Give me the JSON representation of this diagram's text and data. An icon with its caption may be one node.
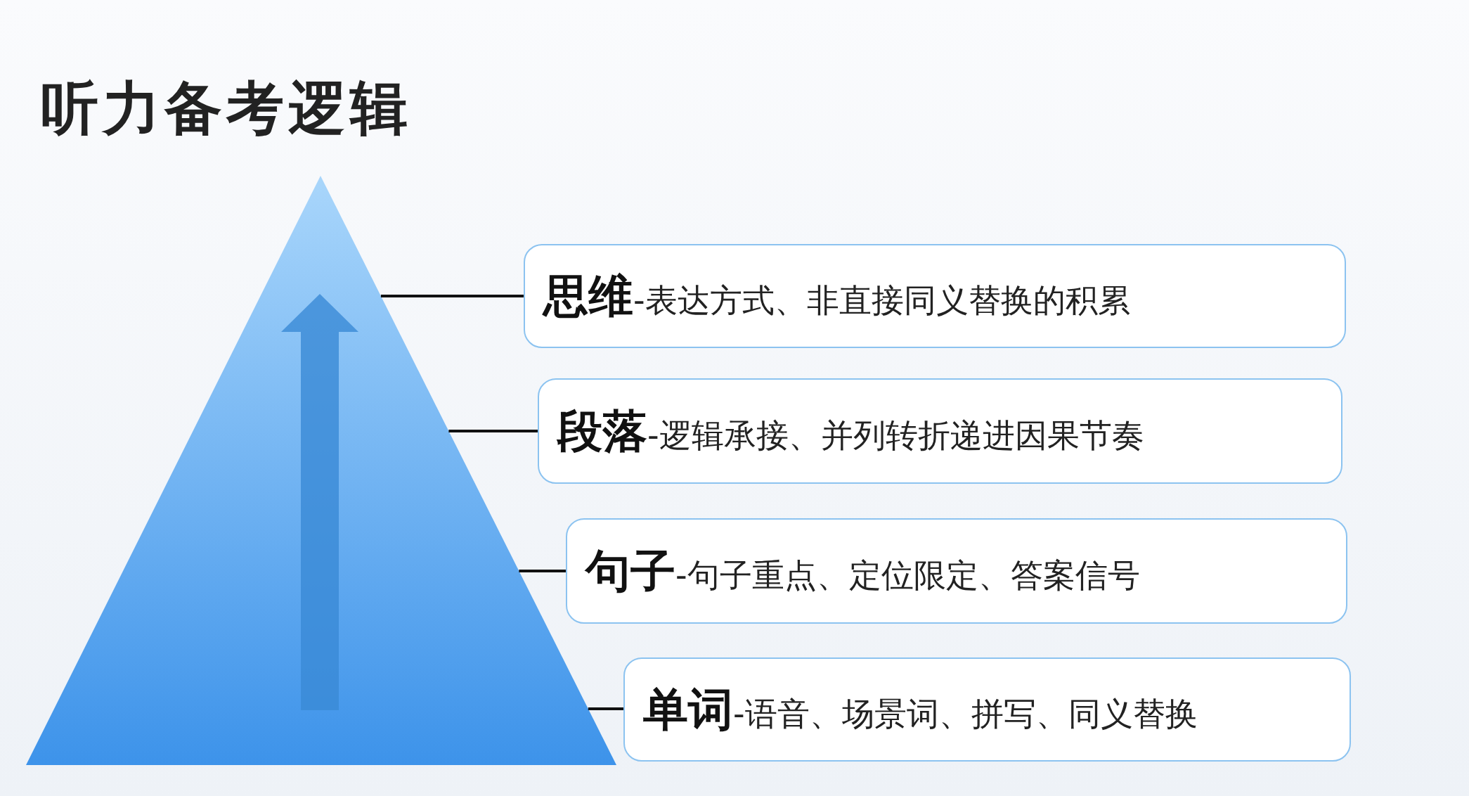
{
  "diagram": {
    "title": "听力备考逻辑",
    "nodes": [
      {
        "text": [
          "**思维**-表达方式、非直接同义替换的积累"
        ]
      },
      {
        "text": [
          "**段落**-逻辑承接、并列转折递进因果节奏"
        ]
      },
      {
        "text": [
          "**句子**-句子重点、定位限定、答案信号"
        ]
      },
      {
        "text": [
          "**单词**-语音、场景词、拼写、同义替换"
        ]
      },
      {
        "text": [],
        "shape": "triangle"
      }
    ],
    "edges": [
      {
        "from": 0,
        "to": 4,
        "arrow": "none"
      },
      {
        "from": 1,
        "to": 4,
        "arrow": "none"
      },
      {
        "from": 2,
        "to": 4,
        "arrow": "none"
      },
      {
        "from": 3,
        "to": 4,
        "arrow": "none"
      }
    ]
  }
}
